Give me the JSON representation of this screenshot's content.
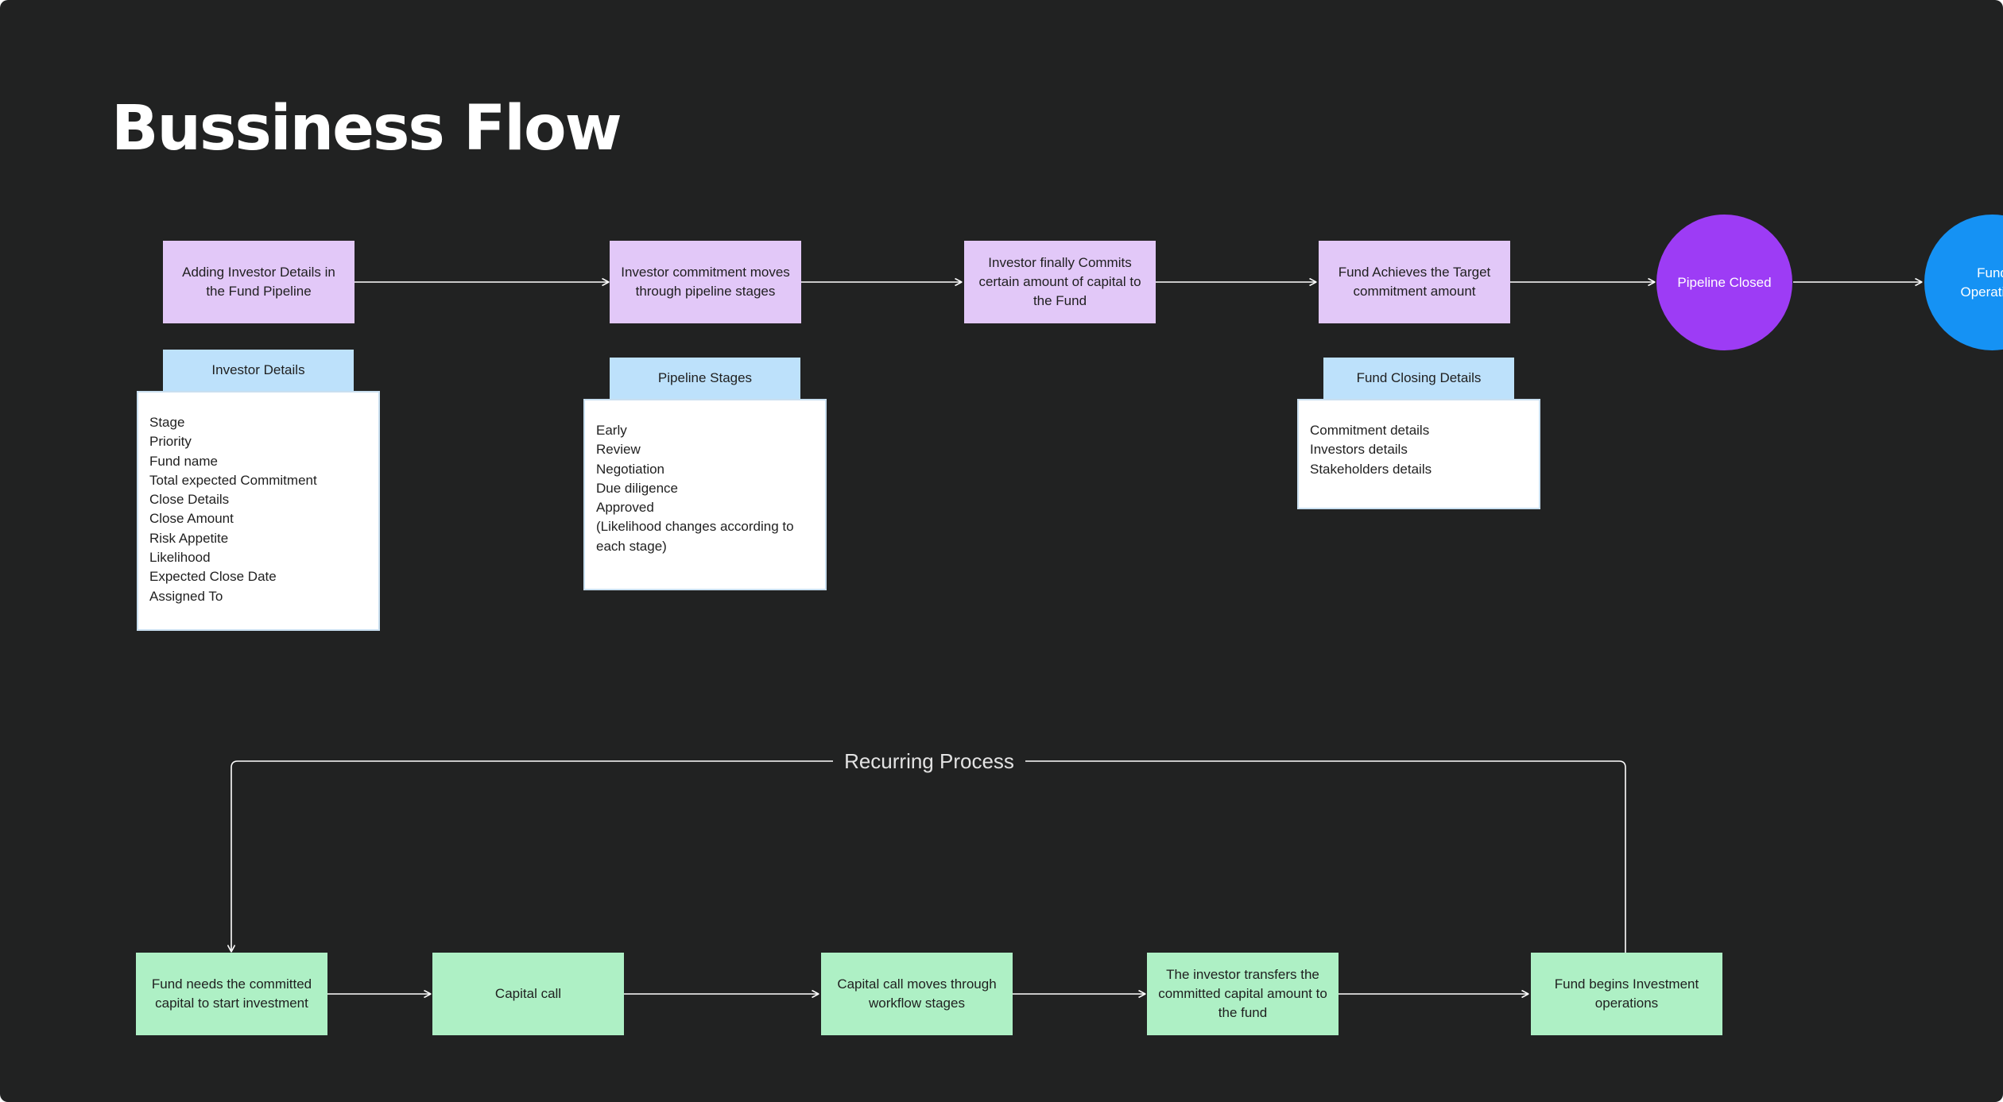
{
  "title": "Bussiness Flow",
  "top_flow": [
    "Adding Investor Details in the Fund Pipeline",
    "Investor commitment moves through pipeline stages",
    "Investor finally Commits certain amount of capital to the Fund",
    "Fund Achieves the Target commitment amount"
  ],
  "circles": {
    "pipeline_closed": "Pipeline Closed",
    "fund_operations": "Fund Operations"
  },
  "cards": {
    "investor_details": {
      "header": "Investor Details",
      "items": [
        "Stage",
        "Priority",
        "Fund name",
        "Total expected Commitment",
        "Close Details",
        "Close Amount",
        "Risk Appetite",
        "Likelihood",
        "Expected Close Date",
        "Assigned To"
      ]
    },
    "pipeline_stages": {
      "header": "Pipeline Stages",
      "items": [
        "Early",
        "Review",
        "Negotiation",
        "Due diligence",
        "Approved",
        "(Likelihood changes according to each stage)"
      ]
    },
    "fund_closing": {
      "header": "Fund Closing Details",
      "items": [
        "Commitment details",
        "Investors details",
        "Stakeholders details"
      ]
    }
  },
  "recurring_label": "Recurring Process",
  "bottom_flow": [
    "Fund needs the committed capital to start investment",
    "Capital call",
    "Capital call moves through workflow stages",
    "The investor transfers the committed capital amount to the fund",
    "Fund begins Investment operations"
  ],
  "colors": {
    "background": "#212222",
    "process_box": "#e2c8f8",
    "detail_header": "#bde1fb",
    "recurring_box": "#aef0c5",
    "pipeline_closed_circle": "#9d3cf5",
    "fund_operations_circle": "#1592f4",
    "connector": "#ffffff"
  }
}
